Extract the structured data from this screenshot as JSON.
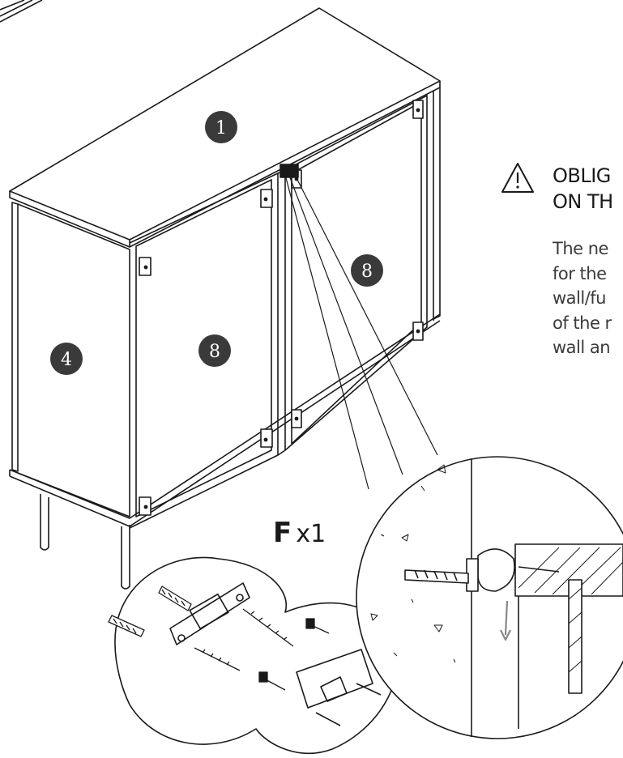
{
  "labels": {
    "top": "1",
    "side": "4",
    "door_left": "8",
    "door_right": "8"
  },
  "hardware": {
    "part": "F",
    "qty": "x1"
  },
  "warning": {
    "icon": "warning-triangle-icon",
    "title_lines": [
      "OBLIG",
      "ON TH"
    ],
    "body_lines": [
      "The ne",
      "for the",
      "wall/fu",
      "of the r",
      "wall an"
    ]
  }
}
